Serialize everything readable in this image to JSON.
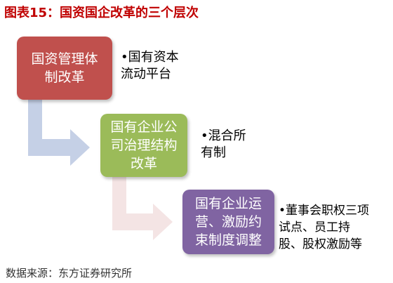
{
  "title": "图表15：国资国企改革的三个层次",
  "boxes": [
    {
      "lines": [
        "国资管理体",
        "制改革"
      ],
      "color": "#c0504d"
    },
    {
      "lines": [
        "国有企业公",
        "司治理结构",
        "改革"
      ],
      "color": "#9bbb59"
    },
    {
      "lines": [
        "国有企业运",
        "营、激励约",
        "束制度调整"
      ],
      "color": "#8064a2"
    }
  ],
  "notes": [
    {
      "lines": [
        "•国有资本",
        "流动平台"
      ]
    },
    {
      "lines": [
        "•混合所",
        "有制"
      ]
    },
    {
      "lines": [
        "•董事会职权三项",
        "试点、员工持",
        "股、股权激励等"
      ]
    }
  ],
  "arrows": [
    {
      "color": "#c5d0e6"
    },
    {
      "color": "#f4e4e4"
    }
  ],
  "source": "数据来源：东方证券研究所"
}
